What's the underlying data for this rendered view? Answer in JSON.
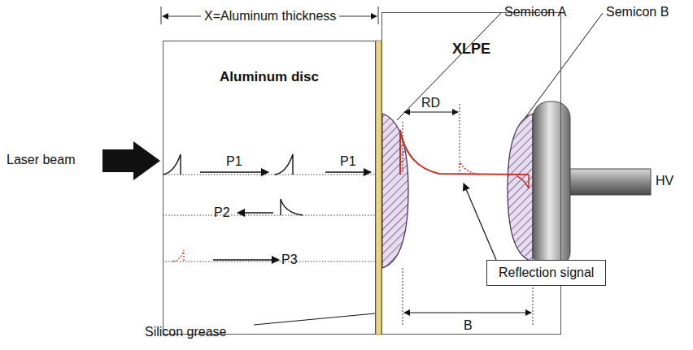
{
  "diagram": {
    "nodes": [
      {
        "text": [
          "Aluminum disc"
        ]
      },
      {
        "text": [
          "XLPE"
        ]
      },
      {
        "text": [
          "Reflection signal"
        ]
      }
    ],
    "labels": [
      "X=Aluminum thickness",
      "Semicon A",
      "Semicon B",
      "RD",
      "Laser beam",
      "P1",
      "P1",
      "P2",
      "P3",
      "HV",
      "Silicon grease",
      "B"
    ]
  }
}
